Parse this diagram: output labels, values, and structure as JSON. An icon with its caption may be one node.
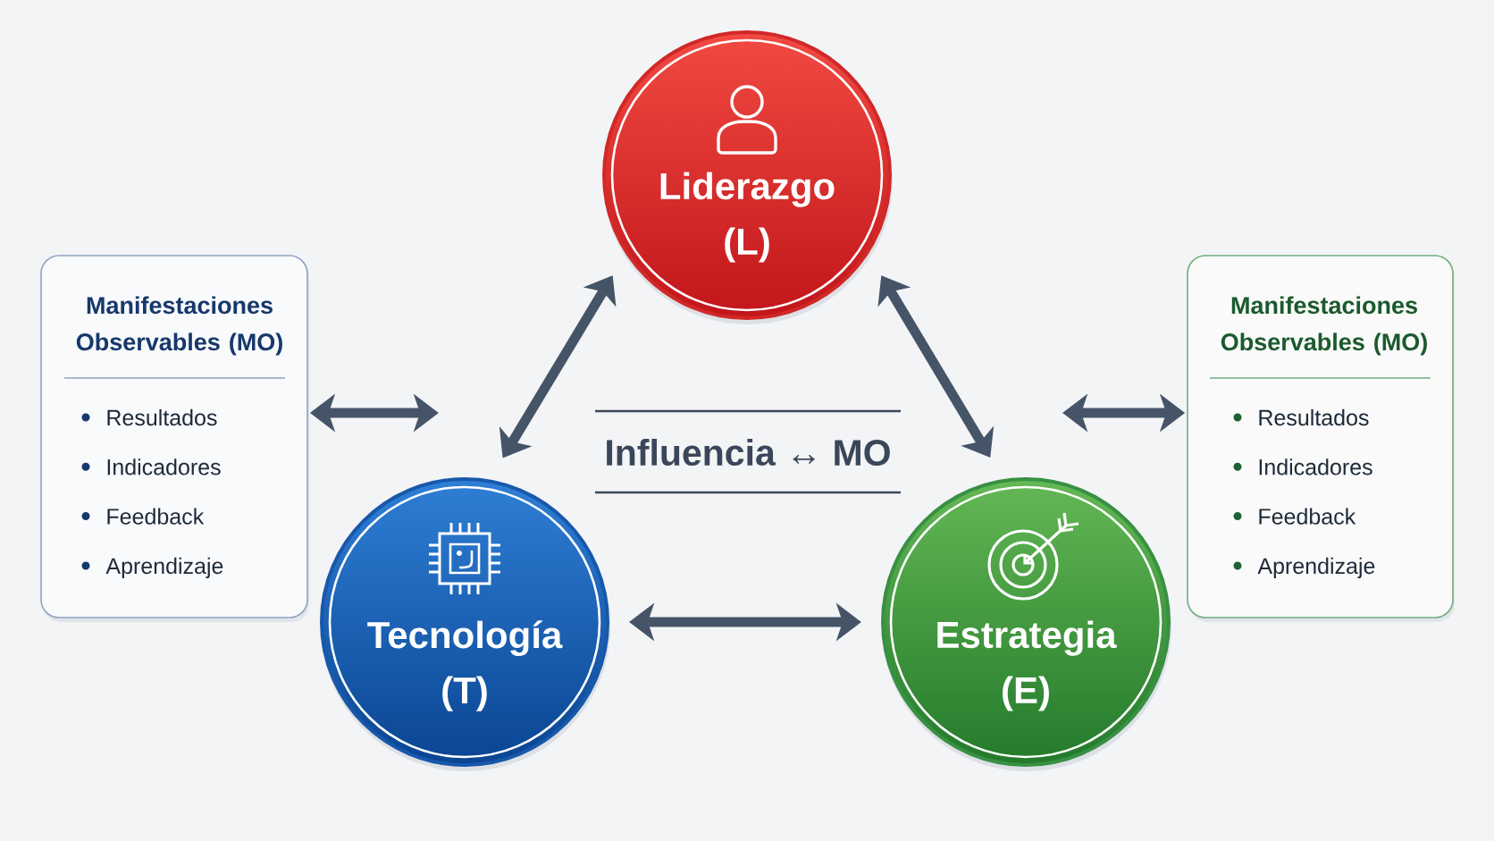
{
  "diagram": {
    "nodes": [
      {
        "text": [
          "Liderazgo (L)"
        ]
      },
      {
        "text": [
          "Manifestaciones Observables (MO)",
          "Resultados",
          "Indicadores",
          "Feedback",
          "Aprendizaje"
        ]
      },
      {
        "text": [
          "Manifestaciones Observables (MO)",
          "Resultados",
          "Indicadores",
          "Feedback",
          "Aprendizaje"
        ]
      },
      {
        "text": [
          "Tecnología (T)"
        ]
      },
      {
        "text": [
          "Estrategia (E)"
        ]
      }
    ],
    "edges": [
      {
        "from": 1,
        "to": null,
        "arrow": "both"
      },
      {
        "from": 0,
        "to": 3,
        "arrow": "both"
      },
      {
        "from": 0,
        "to": 4,
        "arrow": "both"
      },
      {
        "from": 3,
        "to": 4,
        "arrow": "both"
      },
      {
        "from": null,
        "to": 2,
        "arrow": "both"
      }
    ],
    "labels": [
      "Influencia ↔ MO"
    ]
  }
}
